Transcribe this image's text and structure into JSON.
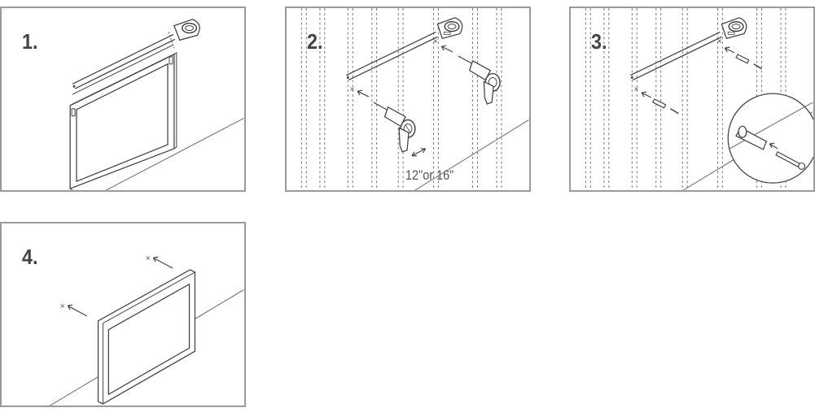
{
  "steps": [
    {
      "label": "1."
    },
    {
      "label": "2.",
      "spacing_text": "12\"or 16\""
    },
    {
      "label": "3."
    },
    {
      "label": "4."
    }
  ],
  "colors": {
    "border": "#9a9a9a",
    "line": "#555555",
    "stud": "#666666"
  }
}
